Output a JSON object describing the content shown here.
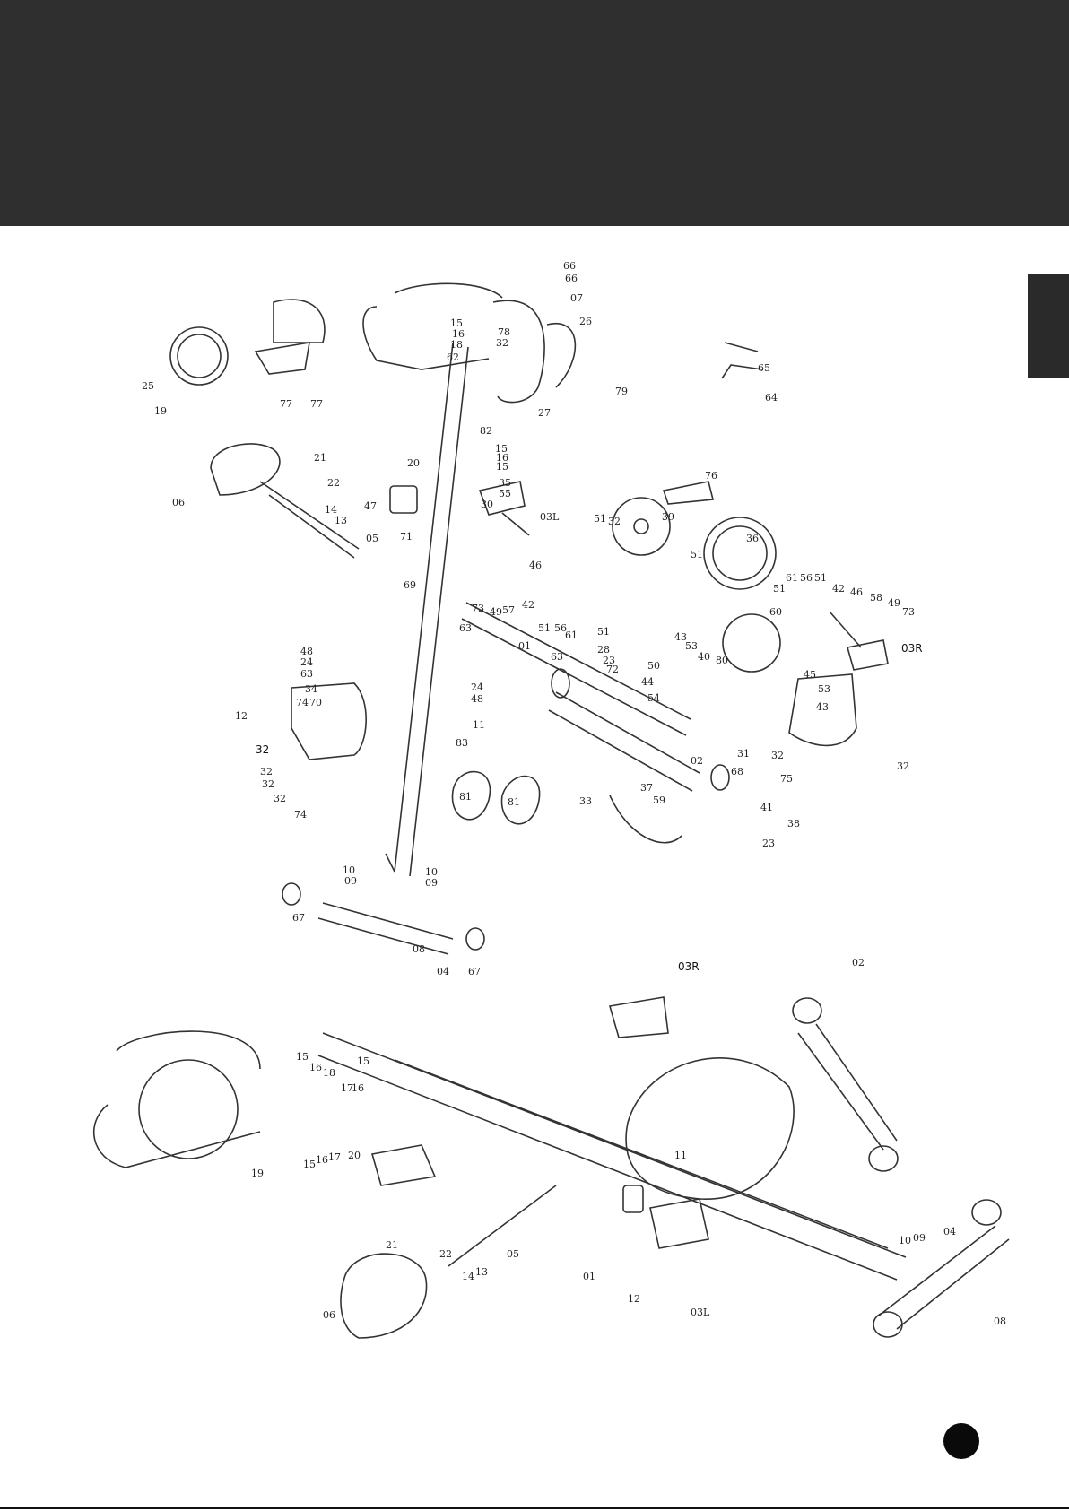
{
  "colors": {
    "header": "#2f2f2f",
    "tab": "#2a2a2a",
    "line": "#333333"
  },
  "exploded_view": {
    "labels": [
      "66",
      "66",
      "07",
      "26",
      "15",
      "16",
      "18",
      "62",
      "78",
      "32",
      "79",
      "27",
      "82",
      "65",
      "64",
      "25",
      "19",
      "77",
      "77",
      "21",
      "22",
      "06",
      "14",
      "13",
      "05",
      "47",
      "71",
      "20",
      "15",
      "16",
      "15",
      "35",
      "55",
      "30",
      "03L",
      "76",
      "51",
      "32",
      "39",
      "36",
      "51",
      "46",
      "73",
      "49",
      "57",
      "42",
      "51",
      "56",
      "61",
      "51",
      "51",
      "61",
      "56",
      "51",
      "42",
      "46",
      "58",
      "49",
      "73",
      "03R",
      "69",
      "63",
      "01",
      "28",
      "23",
      "72",
      "63",
      "50",
      "44",
      "54",
      "43",
      "53",
      "40",
      "80",
      "60",
      "45",
      "53",
      "43",
      "48",
      "24",
      "63",
      "34",
      "70",
      "74",
      "24",
      "48",
      "11",
      "83",
      "12",
      "32",
      "32",
      "32",
      "32",
      "74",
      "81",
      "81",
      "31",
      "02",
      "68",
      "32",
      "75",
      "32",
      "33",
      "37",
      "59",
      "41",
      "38",
      "23",
      "10",
      "09",
      "10",
      "09",
      "67",
      "08",
      "04",
      "67"
    ]
  },
  "assembled_view": {
    "labels": [
      "19",
      "15",
      "16",
      "18",
      "15",
      "16",
      "15",
      "16",
      "17",
      "17",
      "20",
      "21",
      "22",
      "14",
      "13",
      "05",
      "06",
      "03R",
      "02",
      "11",
      "01",
      "12",
      "03L",
      "10",
      "09",
      "04",
      "08"
    ]
  }
}
